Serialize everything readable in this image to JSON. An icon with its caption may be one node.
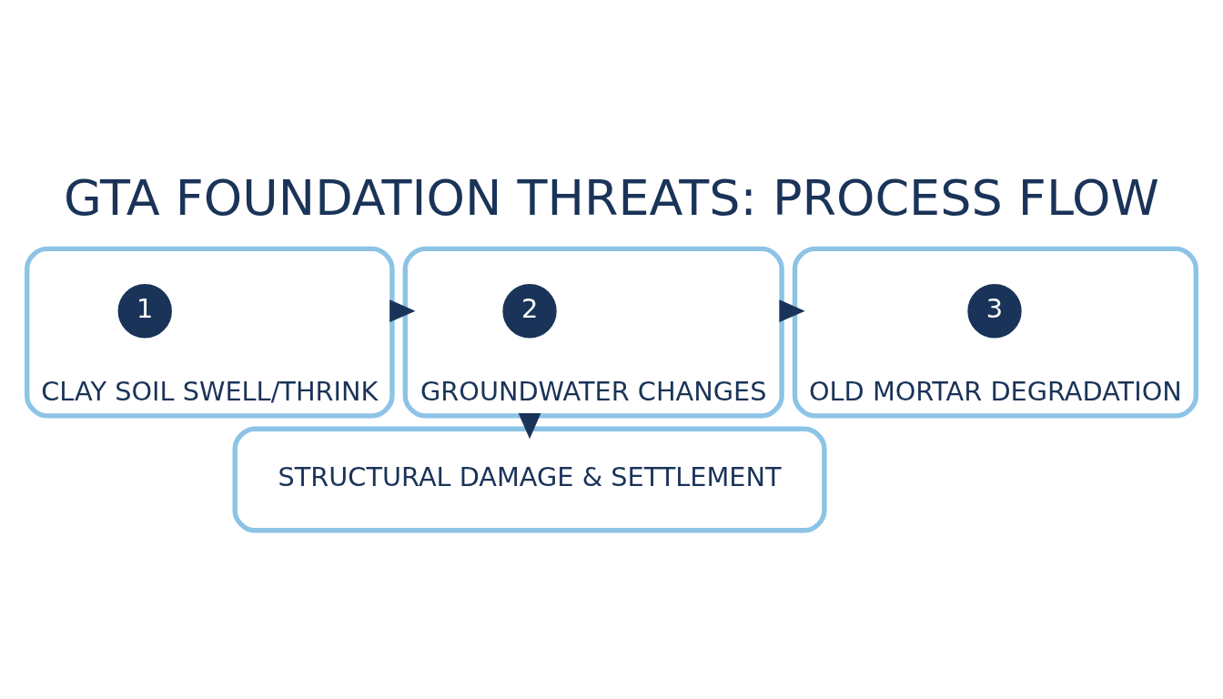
{
  "diagram": {
    "title": "GTA FOUNDATION THREATS: PROCESS FLOW",
    "nodes": [
      {
        "text": [
          "CLAY SOIL SWELL/THRINK"
        ]
      },
      {
        "text": [
          "1"
        ],
        "in": 0
      },
      {
        "text": [
          "GROUNDWATER CHANGES"
        ]
      },
      {
        "text": [
          "2"
        ],
        "in": 2
      },
      {
        "text": [
          "OLD MORTAR DEGRADATION"
        ]
      },
      {
        "text": [
          "3"
        ],
        "in": 4
      },
      {
        "text": [
          "STRUCTURAL DAMAGE & SETTLEMENT"
        ]
      }
    ],
    "edges": [
      {
        "from": 0,
        "to": 2,
        "arrow": "to"
      },
      {
        "from": 2,
        "to": 4,
        "arrow": "to"
      },
      {
        "from": 2,
        "to": 6,
        "arrow": "to"
      }
    ]
  }
}
